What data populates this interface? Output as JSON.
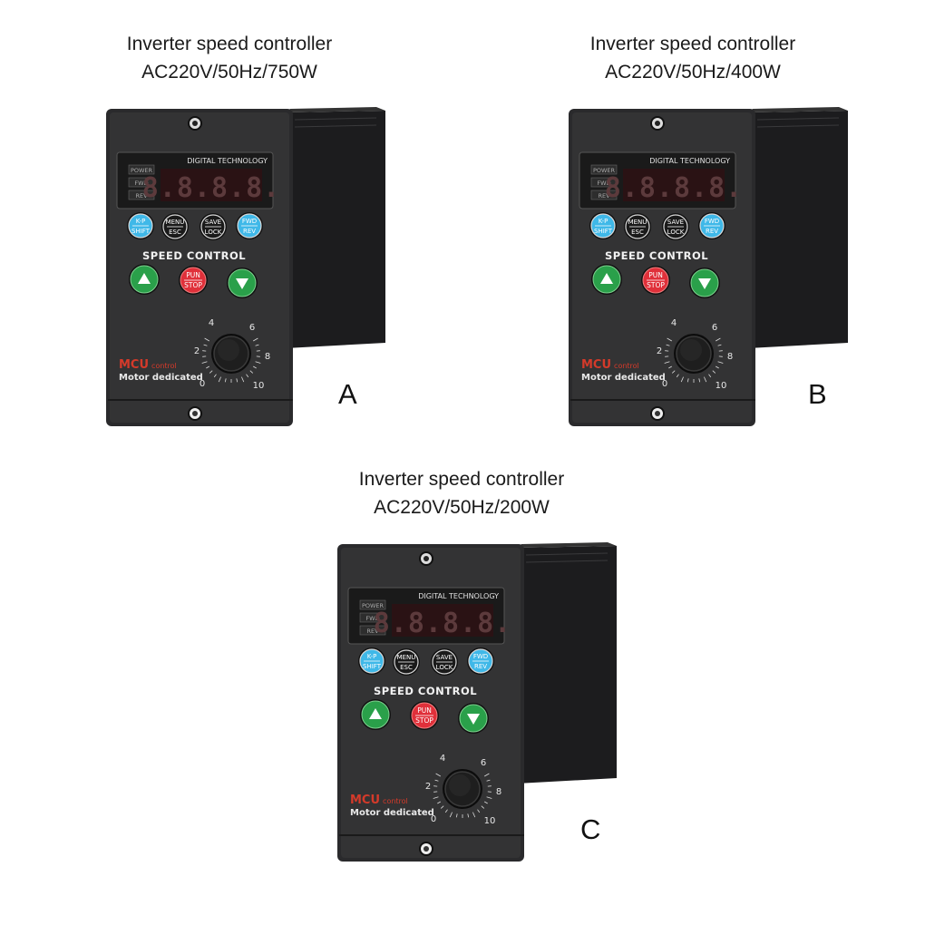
{
  "controllers": [
    {
      "id": "A",
      "caption_line1": "Inverter speed controller",
      "caption_line2": "AC220V/50Hz/750W",
      "letter": "A"
    },
    {
      "id": "B",
      "caption_line1": "Inverter speed controller",
      "caption_line2": "AC220V/50Hz/400W",
      "letter": "B"
    },
    {
      "id": "C",
      "caption_line1": "Inverter speed controller",
      "caption_line2": "AC220V/50Hz/200W",
      "letter": "C"
    }
  ],
  "panel": {
    "header": "DIGITAL TECHNOLOGY",
    "indicators": [
      "POWER",
      "FWD",
      "REV"
    ],
    "display": "8.8.8.8.",
    "buttons": {
      "kp_top": "K-P",
      "kp_bottom": "SHIFT",
      "menu_top": "MENU",
      "menu_bottom": "ESC",
      "save_top": "SAVE",
      "save_bottom": "LOCK",
      "fwd_top": "FWD",
      "fwd_bottom": "REV",
      "run_top": "PUN",
      "run_bottom": "STOP"
    },
    "speed_title": "SPEED CONTROL",
    "brand_main": "MCU",
    "brand_sub": "control",
    "brand_line2": "Motor dedicated",
    "dial_marks": [
      "0",
      "2",
      "4",
      "6",
      "8",
      "10"
    ]
  },
  "colors": {
    "housing": "#2a2a2c",
    "faceplate": "#3a3a3c",
    "key_blue": "#3fb8e8",
    "key_green": "#2aa04a",
    "key_red": "#e0303a",
    "key_black": "#1a1a1a",
    "brand_red": "#d43a2a"
  }
}
